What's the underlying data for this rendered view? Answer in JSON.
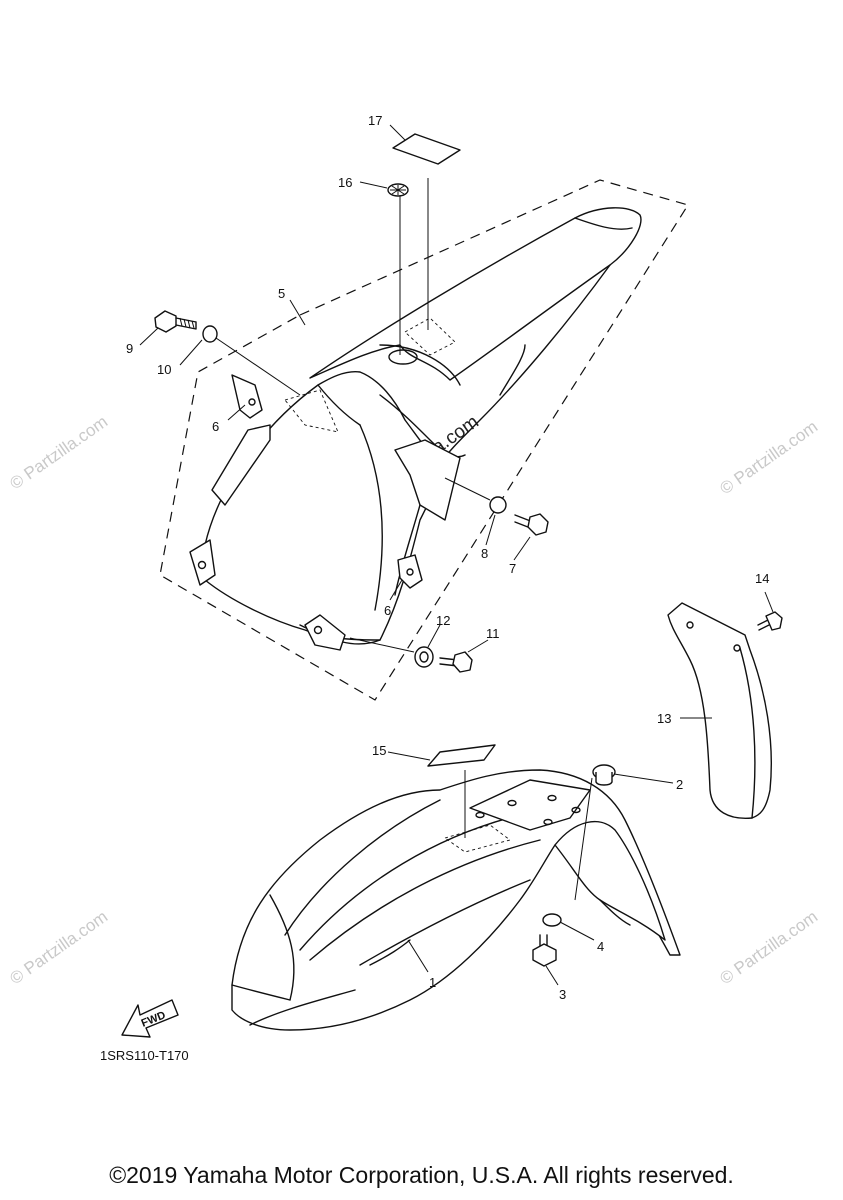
{
  "diagram": {
    "code": "1SRS110-T170",
    "copyright": "©2019 Yamaha Motor Corporation, U.S.A. All rights reserved.",
    "watermark": "© Partzilla.com",
    "fwd_label": "FWD",
    "callouts": [
      "1",
      "2",
      "3",
      "4",
      "5",
      "6",
      "6",
      "7",
      "8",
      "9",
      "10",
      "11",
      "12",
      "13",
      "14",
      "15",
      "16",
      "17"
    ]
  }
}
